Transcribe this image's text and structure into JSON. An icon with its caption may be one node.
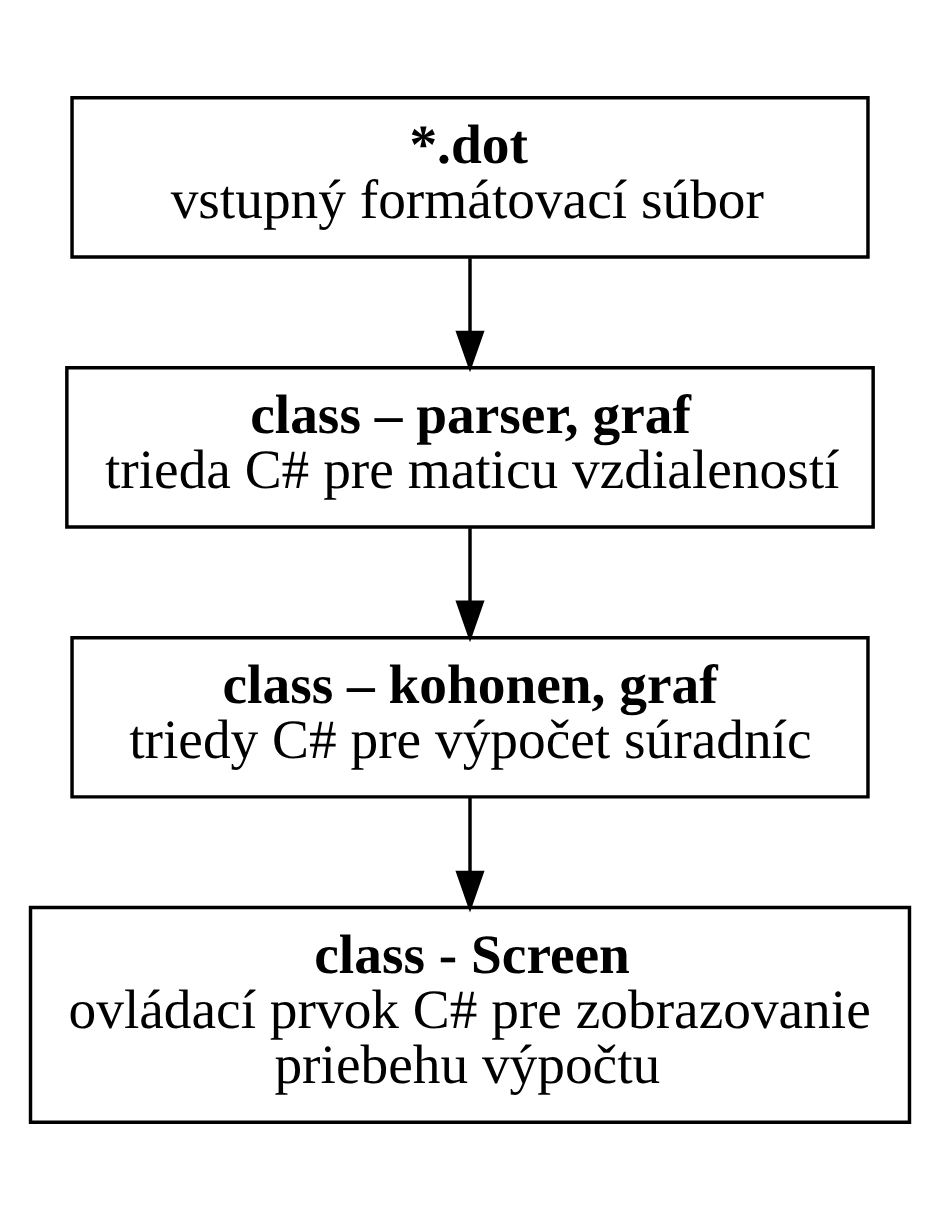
{
  "diagram": {
    "nodes": [
      {
        "text": [
          "*.dot",
          "vstupný formátovací súbor"
        ]
      },
      {
        "text": [
          "class – parser, graf",
          "trieda C# pre maticu vzdialeností"
        ]
      },
      {
        "text": [
          "class – kohonen, graf",
          "triedy C# pre výpočet súradníc"
        ]
      },
      {
        "text": [
          "class - Screen",
          "ovládací prvok C# pre zobrazovanie priebehu výpočtu"
        ]
      }
    ],
    "edges": [
      {
        "from": 0,
        "to": 1,
        "arrow": "to"
      },
      {
        "from": 1,
        "to": 2,
        "arrow": "to"
      },
      {
        "from": 2,
        "to": 3,
        "arrow": "to"
      }
    ]
  }
}
